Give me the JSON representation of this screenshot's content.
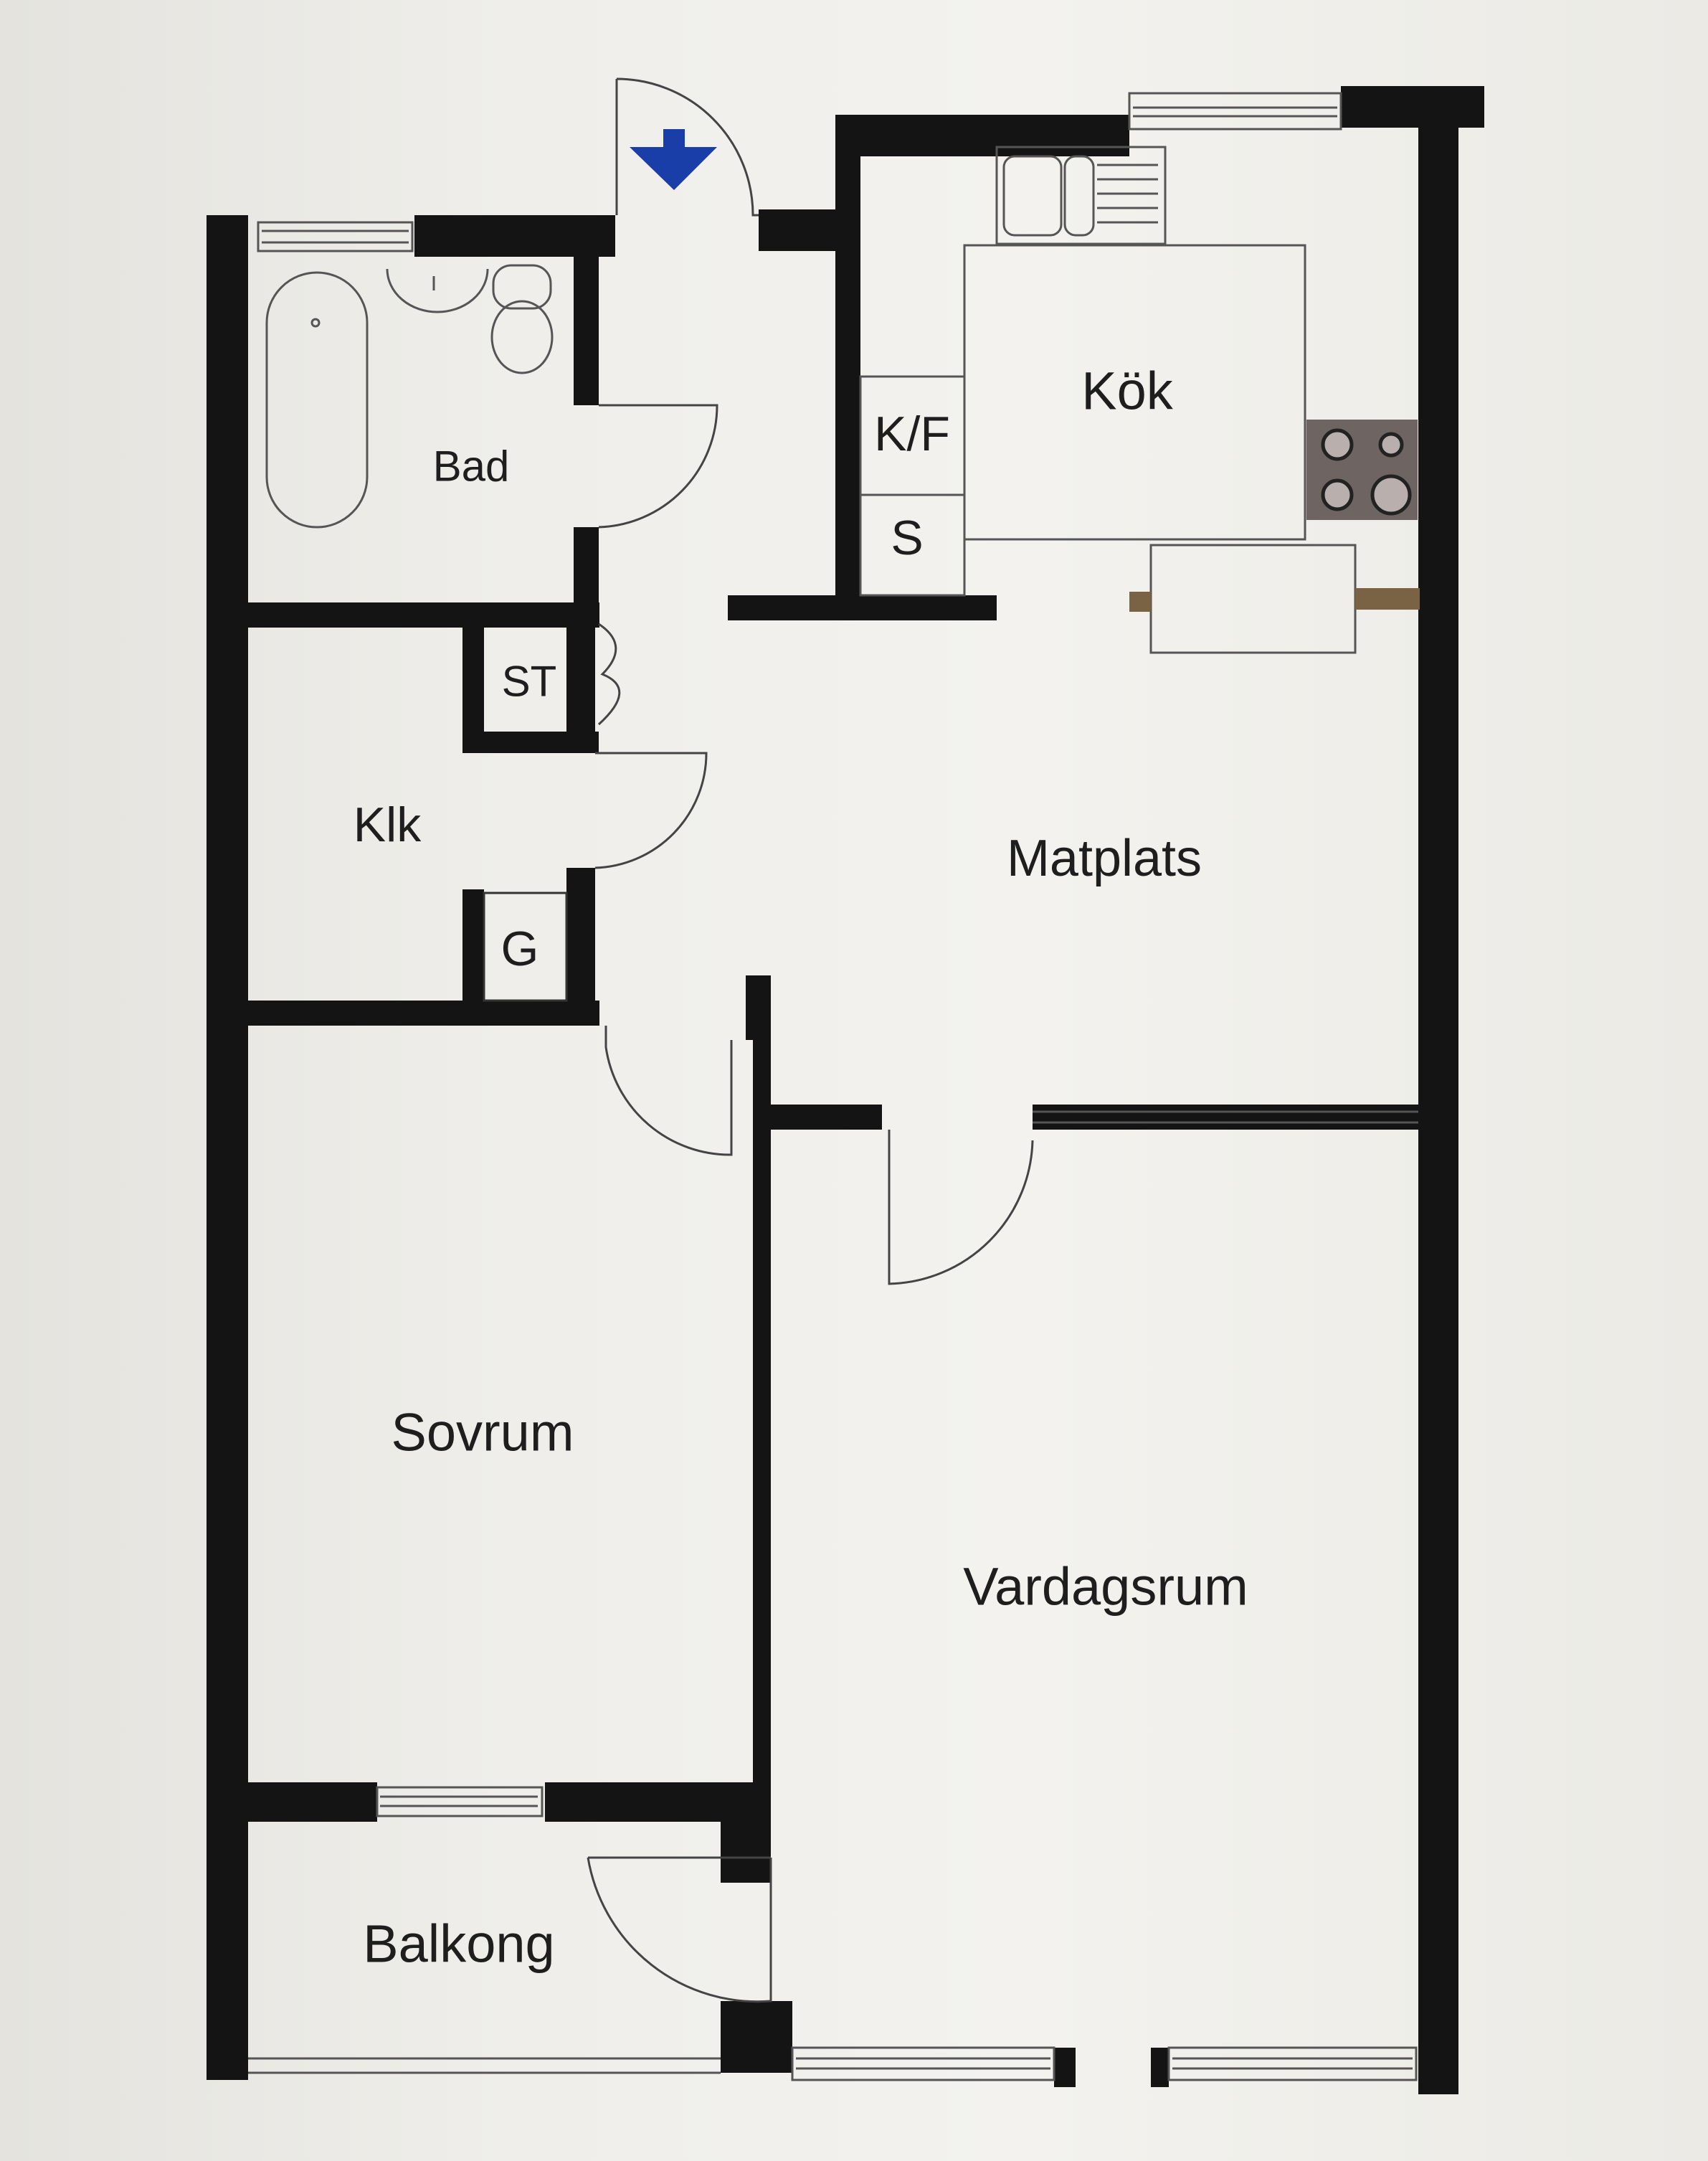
{
  "plan": {
    "entrance_arrow_color": "#1a3ea8",
    "wall_color": "#141414",
    "rooms": [
      {
        "id": "bad",
        "label": "Bad"
      },
      {
        "id": "kok",
        "label": "Kök"
      },
      {
        "id": "kf",
        "label": "K/F"
      },
      {
        "id": "s",
        "label": "S"
      },
      {
        "id": "st",
        "label": "ST"
      },
      {
        "id": "klk",
        "label": "Klk"
      },
      {
        "id": "g",
        "label": "G"
      },
      {
        "id": "matplats",
        "label": "Matplats"
      },
      {
        "id": "sovrum",
        "label": "Sovrum"
      },
      {
        "id": "vardagsrum",
        "label": "Vardagsrum"
      },
      {
        "id": "balkong",
        "label": "Balkong"
      }
    ]
  }
}
